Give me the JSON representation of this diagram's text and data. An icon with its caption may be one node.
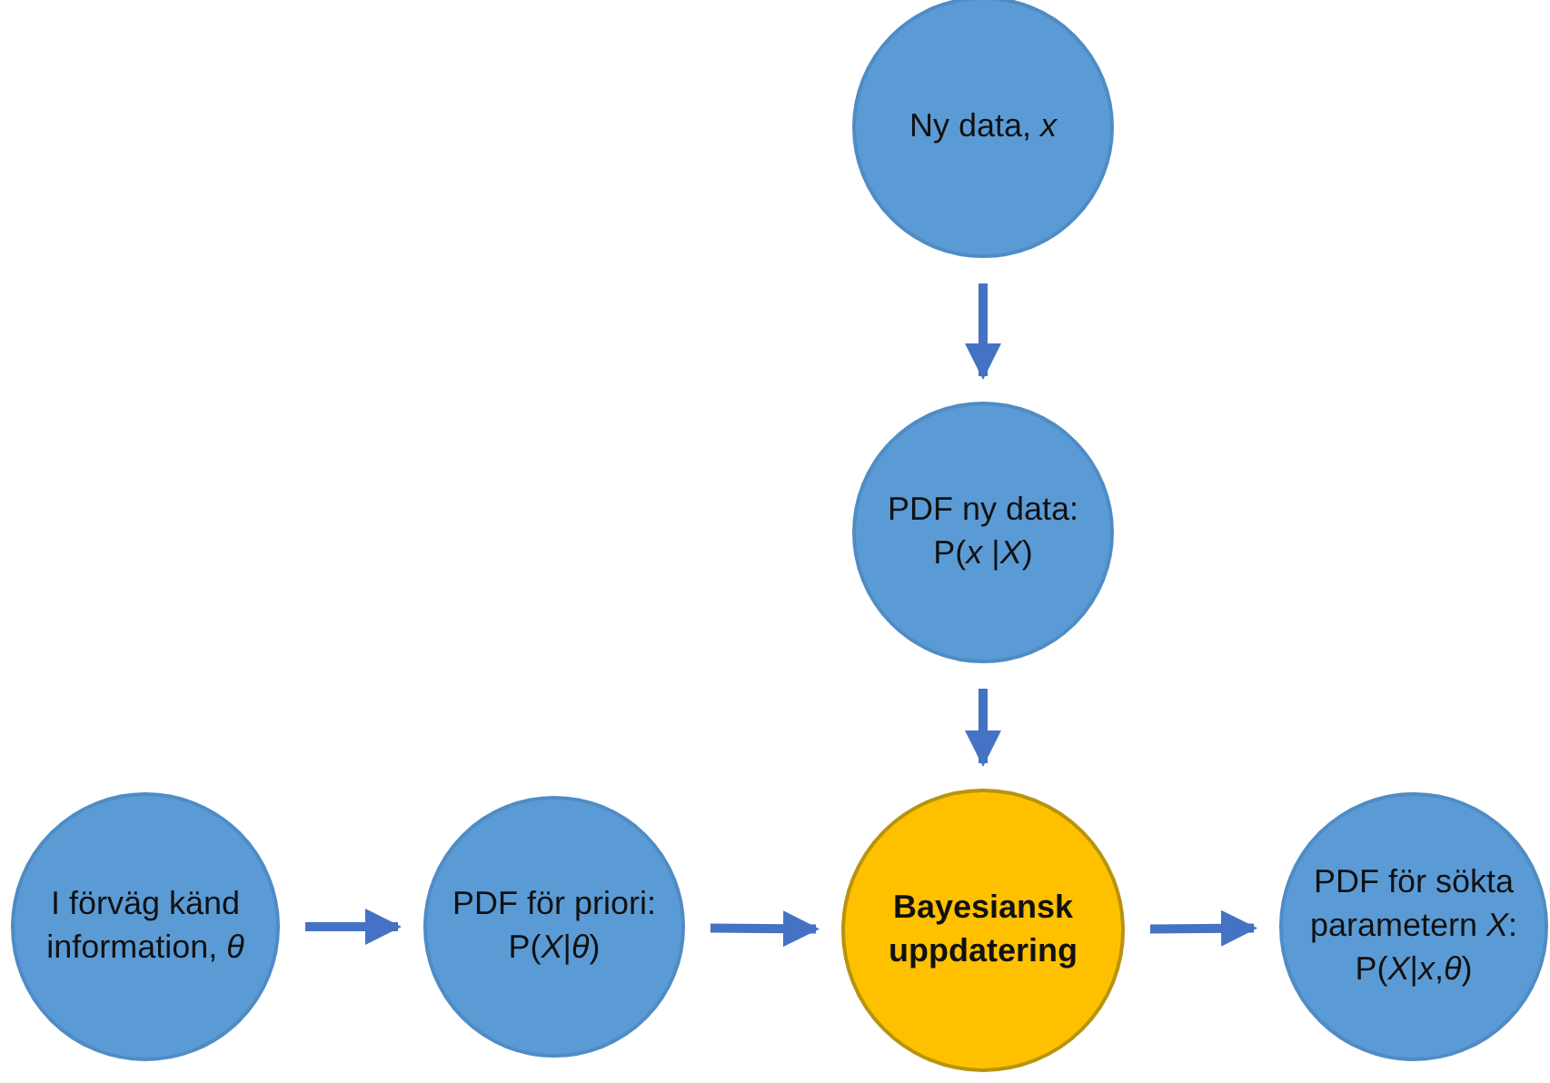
{
  "diagram": {
    "nodes": [
      {
        "text": [
          "Ny data, *x*"
        ]
      },
      {
        "text": [
          "PDF ny data: P(*x* |*X*)"
        ]
      },
      {
        "text": [
          "I förväg känd information, *θ*"
        ]
      },
      {
        "text": [
          "PDF för priori: P(*X*|*θ*)"
        ]
      },
      {
        "text": [
          "Bayesiansk uppdatering"
        ]
      },
      {
        "text": [
          "PDF för sökta parametern *X*: P(*X*|*x*,*θ*)"
        ]
      }
    ],
    "edges": [
      {
        "from": 0,
        "to": 1,
        "arrow": "to"
      },
      {
        "from": 1,
        "to": 4,
        "arrow": "to"
      },
      {
        "from": 2,
        "to": 3,
        "arrow": "to"
      },
      {
        "from": 3,
        "to": 4,
        "arrow": "to"
      },
      {
        "from": 4,
        "to": 5,
        "arrow": "to"
      }
    ]
  }
}
